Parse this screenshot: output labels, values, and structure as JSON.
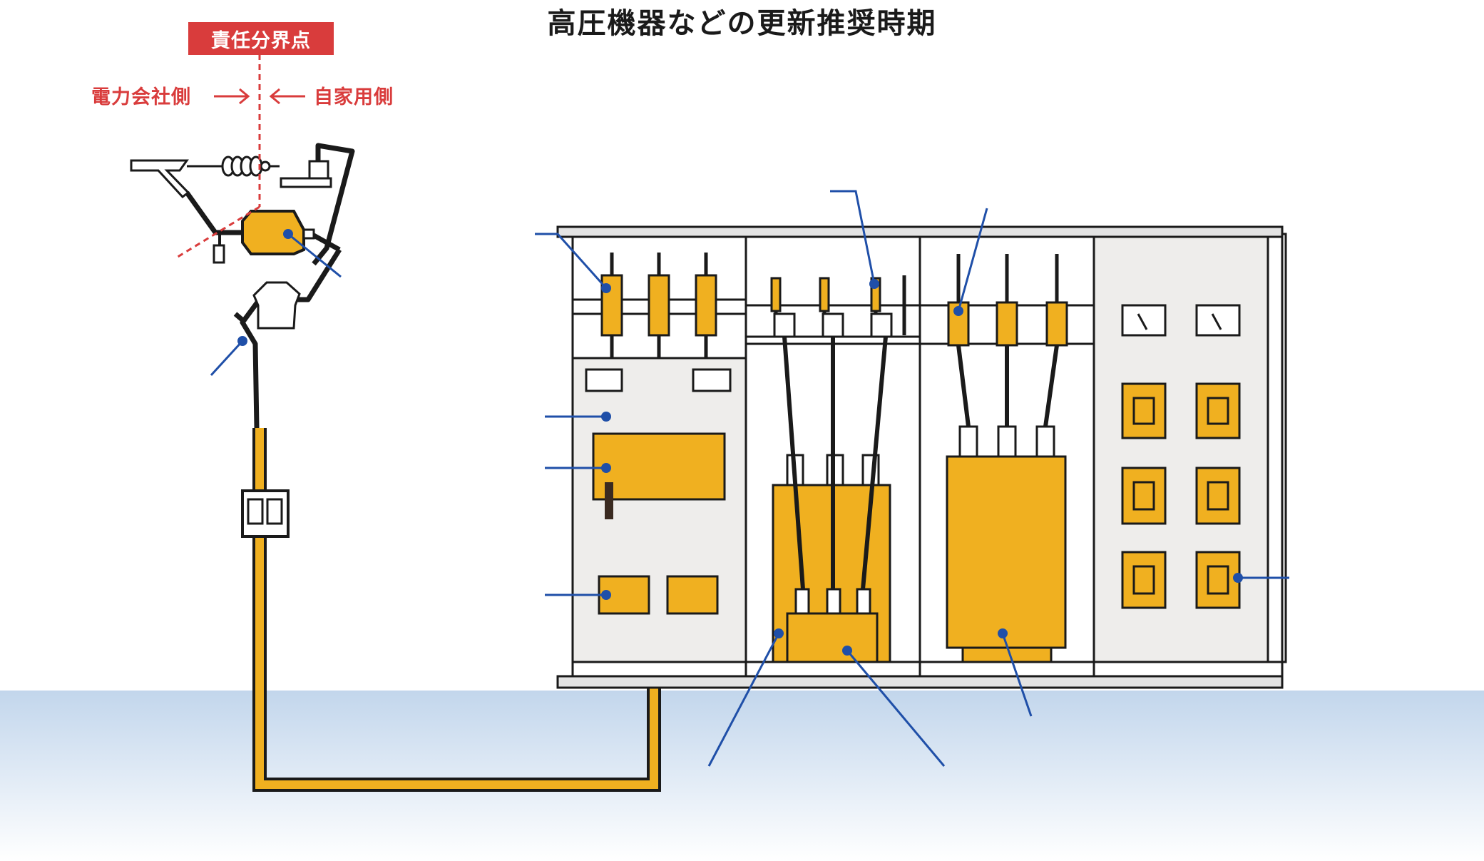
{
  "title": "高圧機器などの更新推奨時期",
  "boundary": {
    "label": "責任分界点",
    "left_side": "電力会社側",
    "right_side": "自家用側"
  },
  "colors": {
    "equipment_fill": "#f0b020",
    "outline": "#1a1a1a",
    "panel_fill": "#eeedeb",
    "leader": "#1f4fa8",
    "boundary": "#d93c3c",
    "ground_top": "#c2d6ec"
  }
}
